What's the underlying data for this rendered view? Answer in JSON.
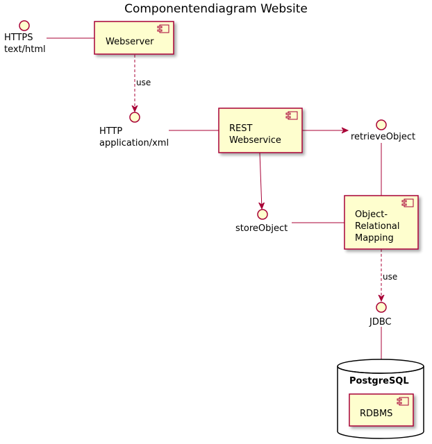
{
  "diagram": {
    "title": "Componentendiagram Website",
    "colors": {
      "line": "#a80036",
      "component_fill": "#fefece",
      "database_stroke": "#000000"
    },
    "interfaces": {
      "https": {
        "line1": "HTTPS",
        "line2": "text/html"
      },
      "http": {
        "line1": "HTTP",
        "line2": "application/xml"
      },
      "retrieve": {
        "label": "retrieveObject"
      },
      "store": {
        "label": "storeObject"
      },
      "jdbc": {
        "label": "JDBC"
      }
    },
    "components": {
      "webserver": {
        "label": "Webserver"
      },
      "rest": {
        "line1": "REST",
        "line2": "Webservice"
      },
      "orm": {
        "line1": "Object-",
        "line2": "Relational",
        "line3": "Mapping"
      },
      "rdbms": {
        "label": "RDBMS"
      }
    },
    "database": {
      "label": "PostgreSQL"
    },
    "links": {
      "webserver_use": "use",
      "orm_use": "use"
    }
  }
}
